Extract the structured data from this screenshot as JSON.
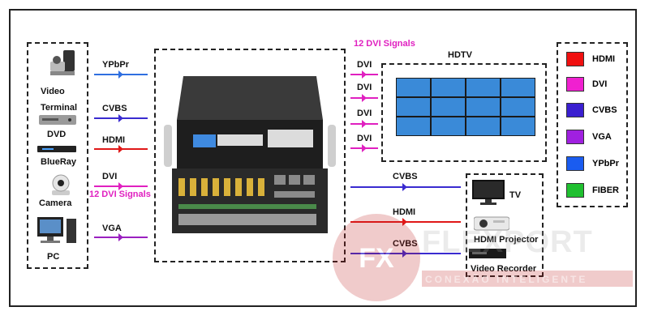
{
  "sources": {
    "items": [
      {
        "label": "Video Terminal"
      },
      {
        "label": "DVD"
      },
      {
        "label": "BlueRay"
      },
      {
        "label": "Camera"
      },
      {
        "label": "PC"
      }
    ]
  },
  "inputs": [
    {
      "label": "YPbPr",
      "color": "#2f6fe0"
    },
    {
      "label": "CVBS",
      "color": "#3a2bd0"
    },
    {
      "label": "HDMI",
      "color": "#e01818"
    },
    {
      "label": "DVI",
      "color": "#e020c0",
      "sublabel": "12 DVI Signals"
    },
    {
      "label": "VGA",
      "color": "#9a20c0"
    }
  ],
  "center": {
    "top_label": "12 DVI Signals"
  },
  "hdtv": {
    "title": "HDTV",
    "links": [
      "DVI",
      "DVI",
      "DVI",
      "DVI"
    ],
    "link_color": "#e020c0"
  },
  "outputs": {
    "links": [
      {
        "label": "CVBS",
        "color": "#3a2bd0"
      },
      {
        "label": "HDMI",
        "color": "#e01818"
      },
      {
        "label": "CVBS",
        "color": "#3a2bd0"
      }
    ],
    "devices": [
      {
        "label": "TV"
      },
      {
        "label": "HDMI Projector"
      },
      {
        "label": "Video Recorder"
      }
    ]
  },
  "legend": [
    {
      "label": "HDMI",
      "color": "#f01010"
    },
    {
      "label": "DVI",
      "color": "#f020d0"
    },
    {
      "label": "CVBS",
      "color": "#3a1fd0"
    },
    {
      "label": "VGA",
      "color": "#a020e0"
    },
    {
      "label": "YPbPr",
      "color": "#1a5cf0"
    },
    {
      "label": "FIBER",
      "color": "#20c030"
    }
  ],
  "watermark": {
    "brand": "FLEXPORT",
    "tagline": "CONEXÃO INTELIGENTE"
  }
}
